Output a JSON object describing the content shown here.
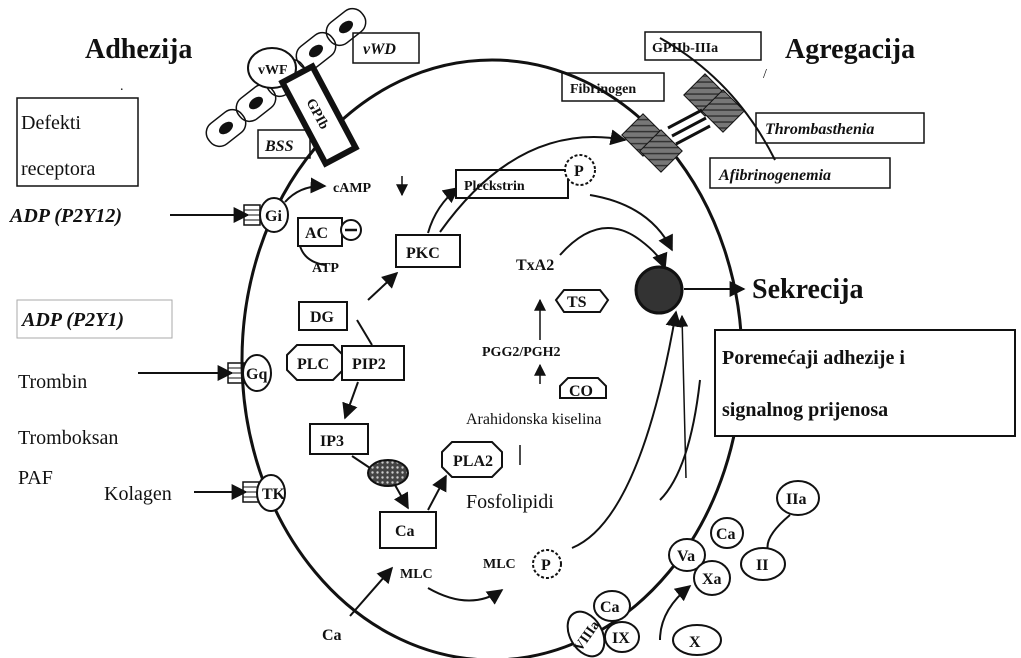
{
  "labels": {
    "adhezija": "Adhezija",
    "agregacija": "Agregacija",
    "vwf": "vWF",
    "gpib": "GPIb",
    "vwd": "vWD",
    "bss": "BSS",
    "gpiib_iiia": "GPIIb-IIIa",
    "fibrinogen": "Fibrinogen",
    "thrombasthenia": "Thrombasthenia",
    "afibrinogenemia": "Afibrinogenemia",
    "defekti_1": "Defekti",
    "defekti_2": "receptora",
    "adp_p2y12": "ADP (P2Y12)",
    "adp_p2y1": "ADP (P2Y1)",
    "gi": "Gi",
    "gq": "Gq",
    "tk": "TK",
    "camp": "cAMP",
    "ac": "AC",
    "minus": "−",
    "atp": "ATP",
    "pkc": "PKC",
    "pleckstrin": "Pleckstrin",
    "p": "P",
    "dg": "DG",
    "plc": "PLC",
    "pip2": "PIP2",
    "ip3": "IP3",
    "pla2": "PLA2",
    "ca": "Ca",
    "mlc": "MLC",
    "txa2": "TxA2",
    "ts": "TS",
    "pgg2_pgh2": "PGG2/PGH2",
    "co": "CO",
    "arahidonska": "Arahidonska kiselina",
    "fosfolipidi": "Fosfolipidi",
    "sekrecija": "Sekrecija",
    "poremecaji_1": "Poremećaji adhezije i",
    "poremecaji_2": "signalnog prijenosa",
    "trombin": "Trombin",
    "tromboksan": "Tromboksan",
    "paf": "PAF",
    "kolagen": "Kolagen",
    "iia": "IIa",
    "ii": "II",
    "va": "Va",
    "xa": "Xa",
    "viiia": "VIIIa",
    "ix": "IX",
    "x": "X"
  }
}
